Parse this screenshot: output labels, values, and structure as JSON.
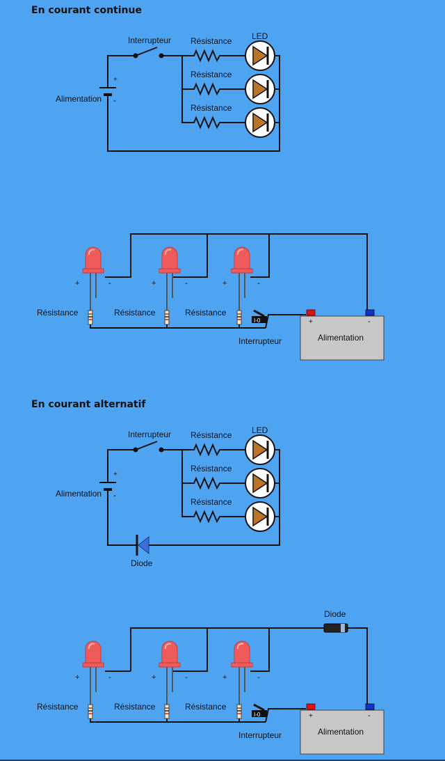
{
  "sections": {
    "dc_title": "En courant continue",
    "ac_title": "En courant alternatif"
  },
  "labels": {
    "switch": "Interrupteur",
    "resistor": "Résistance",
    "led": "LED",
    "supply": "Alimentation",
    "diode": "Diode",
    "plus": "+",
    "minus": "-",
    "switch_marking": "I-0"
  },
  "colors": {
    "background": "#4fa4f2",
    "wire": "#111111",
    "led_body": "#ef5a5a",
    "diode_symbol": "#3a6fd8",
    "terminal_plus": "#dd1111",
    "terminal_minus": "#1133cc",
    "supply_box": "#c8c8c8"
  }
}
